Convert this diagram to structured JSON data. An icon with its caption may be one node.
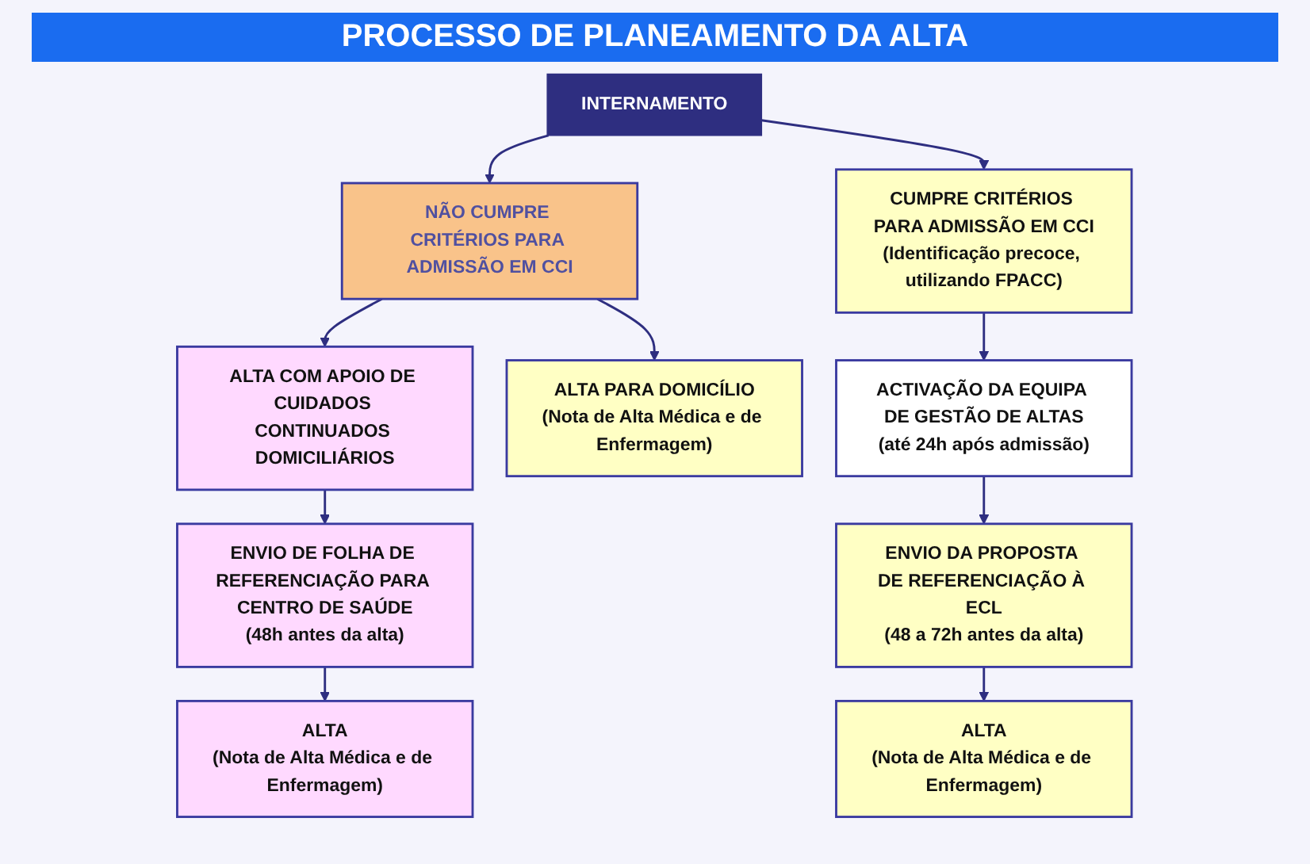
{
  "diagram": {
    "title": "PROCESSO DE PLANEAMENTO DA ALTA",
    "nodes": [
      {
        "text": [
          "INTERNAMENTO"
        ]
      },
      {
        "text": [
          "NÃO CUMPRE CRITÉRIOS PARA ADMISSÃO EM CCI"
        ]
      },
      {
        "text": [
          "CUMPRE CRITÉRIOS PARA ADMISSÃO EM CCI",
          "(Identificação precoce, utilizando FPACC)"
        ]
      },
      {
        "text": [
          "ALTA COM APOIO DE CUIDADOS CONTINUADOS DOMICILIÁRIOS"
        ]
      },
      {
        "text": [
          "ENVIO DE FOLHA DE REFERENCIAÇÃO PARA CENTRO DE SAÚDE",
          "(48h antes da alta)"
        ]
      },
      {
        "text": [
          "ALTA",
          "(Nota de Alta Médica e de Enfermagem)"
        ]
      },
      {
        "text": [
          "ALTA PARA DOMICÍLIO",
          "(Nota de Alta Médica e de Enfermagem)"
        ]
      },
      {
        "text": [
          "ACTIVAÇÃO DA EQUIPA DE GESTÃO DE ALTAS",
          "(até 24h após admissão)"
        ]
      },
      {
        "text": [
          "ENVIO DA PROPOSTA DE REFERENCIAÇÃO À ECL",
          "(48 a 72h antes da alta)"
        ]
      },
      {
        "text": [
          "ALTA",
          "(Nota de Alta Médica e de Enfermagem)"
        ]
      }
    ],
    "edges": [
      {
        "from": 0,
        "to": 1,
        "arrow": "to"
      },
      {
        "from": 0,
        "to": 2,
        "arrow": "to"
      },
      {
        "from": 1,
        "to": 3,
        "arrow": "to"
      },
      {
        "from": 3,
        "to": 4,
        "arrow": "to"
      },
      {
        "from": 4,
        "to": 5,
        "arrow": "to"
      },
      {
        "from": 1,
        "to": 6,
        "arrow": "to"
      },
      {
        "from": 2,
        "to": 7,
        "arrow": "to"
      },
      {
        "from": 7,
        "to": 8,
        "arrow": "to"
      },
      {
        "from": 8,
        "to": 9,
        "arrow": "to"
      }
    ]
  }
}
